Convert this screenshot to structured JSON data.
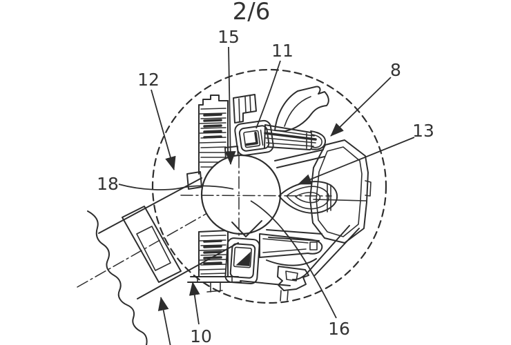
{
  "sheet": {
    "page_indicator": "2/6"
  },
  "figure": {
    "type": "patent-line-drawing",
    "reference_labels": [
      {
        "text": "15"
      },
      {
        "text": "11"
      },
      {
        "text": "8"
      },
      {
        "text": "12"
      },
      {
        "text": "13"
      },
      {
        "text": "18"
      },
      {
        "text": "10"
      },
      {
        "text": "16"
      }
    ],
    "colors": {
      "line": "#2d2d2d",
      "label_text": "#333333",
      "background": "#ffffff"
    }
  }
}
